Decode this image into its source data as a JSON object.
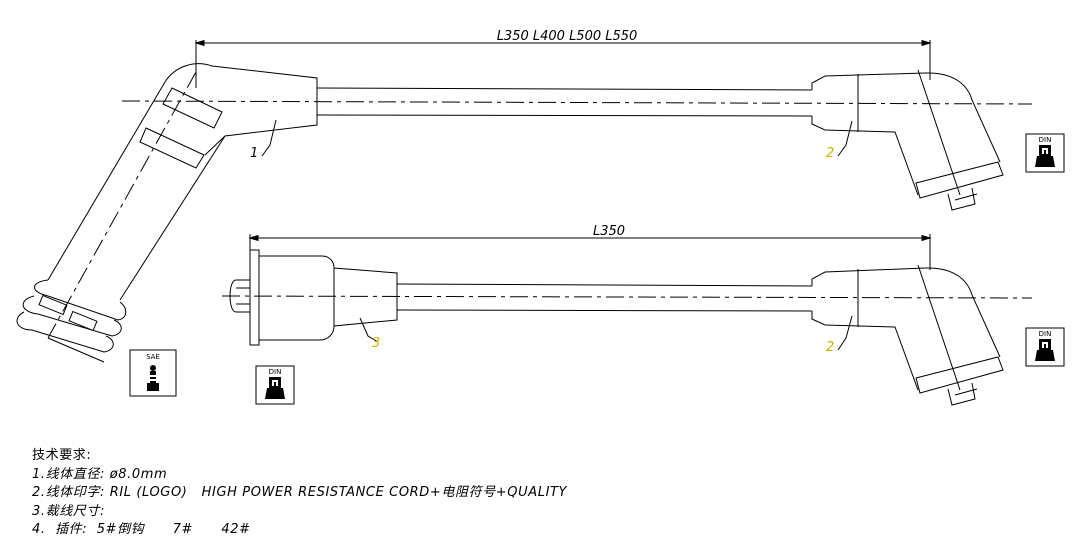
{
  "dimensions": {
    "top": "L350  L400  L500  L550",
    "bottom": "L350"
  },
  "callouts": {
    "top_left": "1",
    "top_right": "2",
    "bottom_left": "3",
    "bottom_right": "2"
  },
  "badges": {
    "sae": "SAE",
    "din_bottom_left": "DIN",
    "din_top_right": "DIN",
    "din_bottom_right": "DIN"
  },
  "notes": {
    "title": "技术要求:",
    "lines": [
      "1.线体直径: ø8.0mm",
      "2.线体印字: RIL (LOGO)   HIGH POWER RESISTANCE CORD+电阻符号+QUALITY",
      "3.裁线尺寸:",
      "4.  插件:  5#倒钩      7#      42#"
    ]
  },
  "colors": {
    "line": "#000000",
    "callout_highlight": "#c8b400"
  }
}
